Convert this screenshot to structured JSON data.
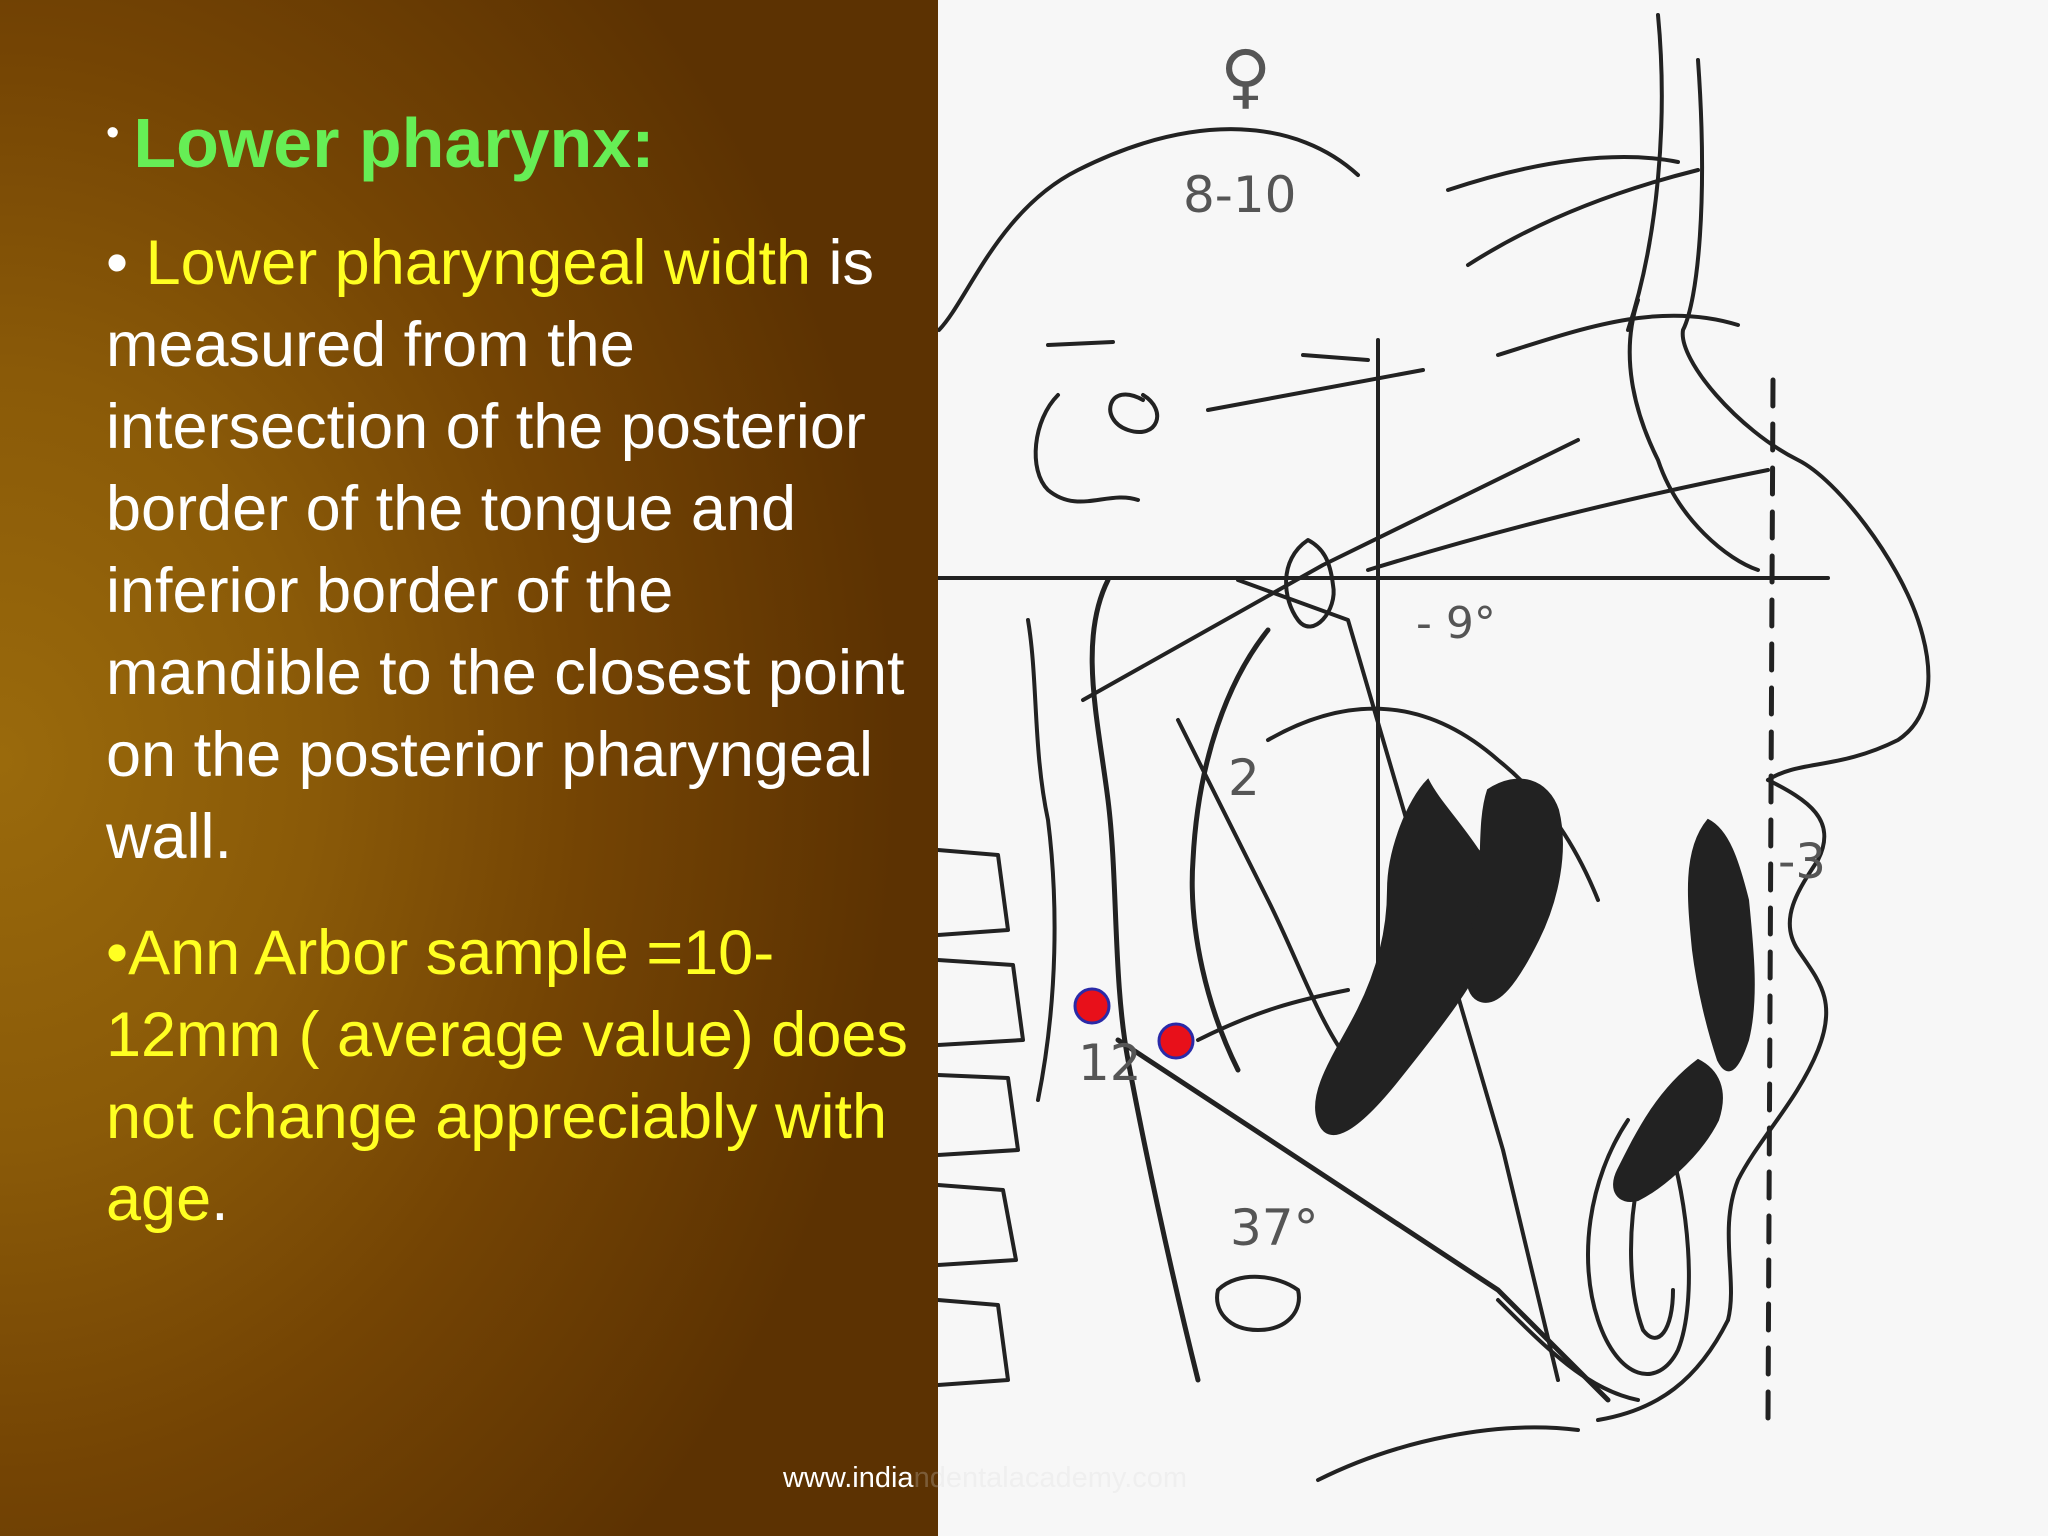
{
  "slide": {
    "heading": "Lower pharynx:",
    "bullet_glyph": "•",
    "para1": {
      "lead": "Lower pharyngeal width",
      "rest": "is measured from the intersection of the posterior border of the tongue and inferior border of the mandible to the closest point on the posterior pharyngeal wall."
    },
    "para2": {
      "text": "Ann Arbor sample =10-12mm ( average value) does not change appreciably with age",
      "end": "."
    },
    "footer_visible": "www.india",
    "footer_faded": "ndentalacademy.com"
  },
  "diagram": {
    "labels": {
      "female_symbol": "♀",
      "age_range": "8-10",
      "palatal_angle": "- 9°",
      "upper_width": "2",
      "incisor_angle": "-3",
      "lower_width": "12",
      "mandibular_angle": "37°"
    },
    "marker_color": "#e8101a",
    "marker_outline": "#2a2aa8",
    "ink_color": "#222222"
  }
}
